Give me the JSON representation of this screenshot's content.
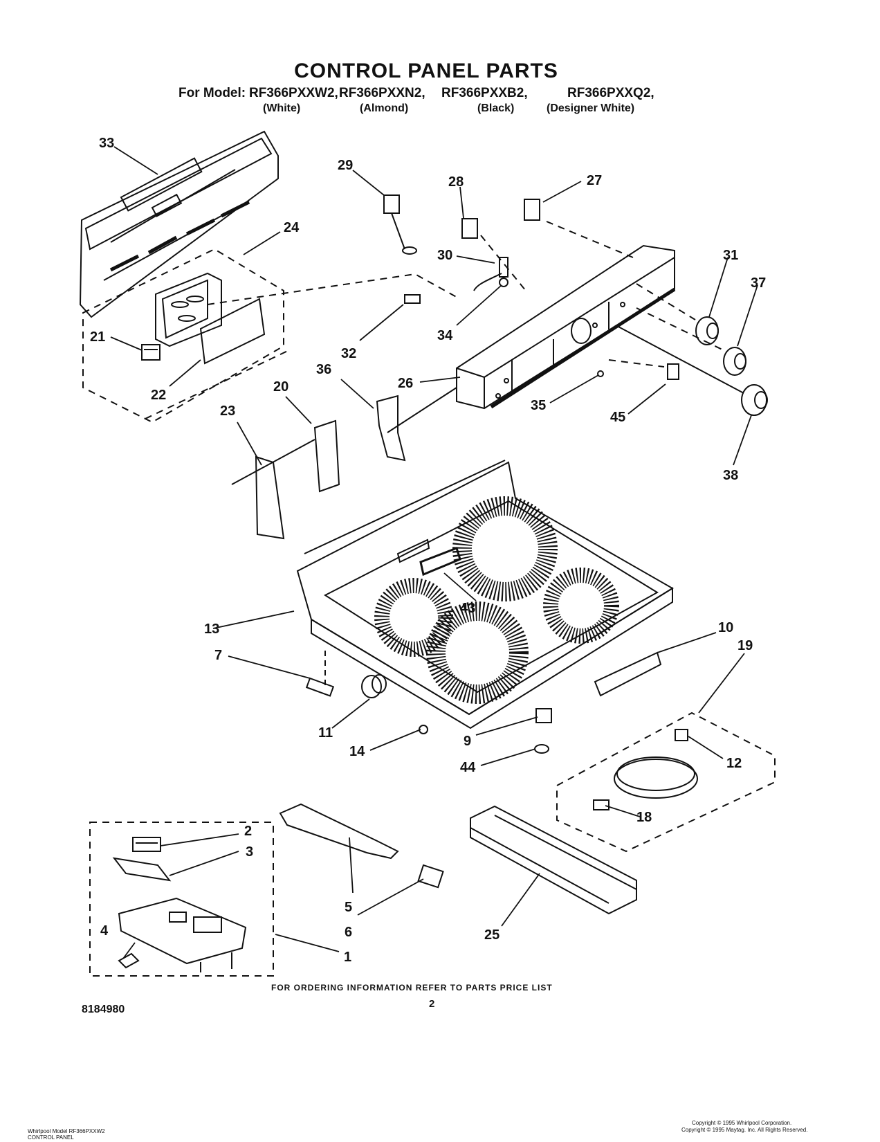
{
  "title": "CONTROL PANEL PARTS",
  "model_prefix": "For Model:",
  "models": [
    {
      "model": "RF366PXXW2,",
      "color": "(White)"
    },
    {
      "model": "RF366PXXN2,",
      "color": "(Almond)"
    },
    {
      "model": "RF366PXXB2,",
      "color": "(Black)"
    },
    {
      "model": "RF366PXXQ2,",
      "color": "(Designer White)"
    }
  ],
  "callouts": [
    "33",
    "29",
    "28",
    "27",
    "24",
    "30",
    "31",
    "37",
    "21",
    "32",
    "34",
    "36",
    "26",
    "35",
    "45",
    "22",
    "20",
    "23",
    "38",
    "43",
    "13",
    "10",
    "7",
    "19",
    "11",
    "14",
    "9",
    "12",
    "44",
    "18",
    "2",
    "3",
    "5",
    "4",
    "6",
    "25",
    "1"
  ],
  "refer_text": "FOR ORDERING INFORMATION REFER TO PARTS PRICE LIST",
  "page_number": "2",
  "doc_number": "8184980",
  "footer_left": [
    "Whirlpool Model RF366PXXW2",
    "CONTROL PANEL"
  ],
  "footer_right": [
    "Copyright © 1995 Whirlpool Corporation.",
    "Copyright © 1995 Maytag. Inc. All Rights Reserved."
  ]
}
